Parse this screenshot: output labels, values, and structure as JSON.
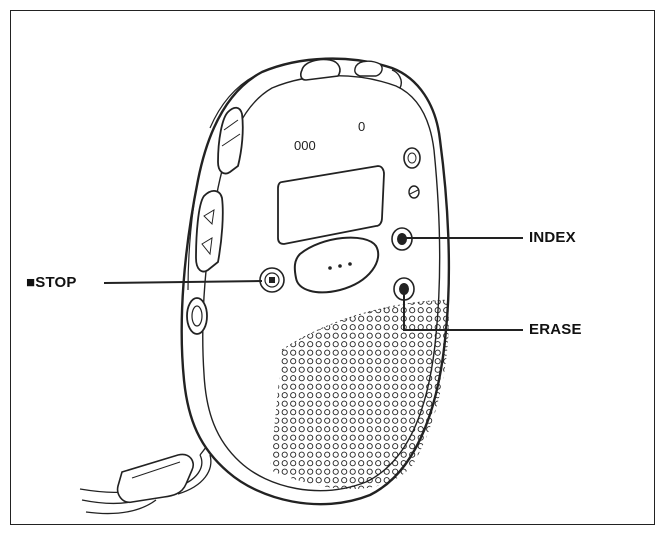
{
  "labels": {
    "stop": "■STOP",
    "index": "INDEX",
    "erase": "ERASE"
  },
  "device_markings": {
    "top_left": "000",
    "top_right": "0"
  },
  "colors": {
    "line": "#222222",
    "background": "#ffffff"
  }
}
